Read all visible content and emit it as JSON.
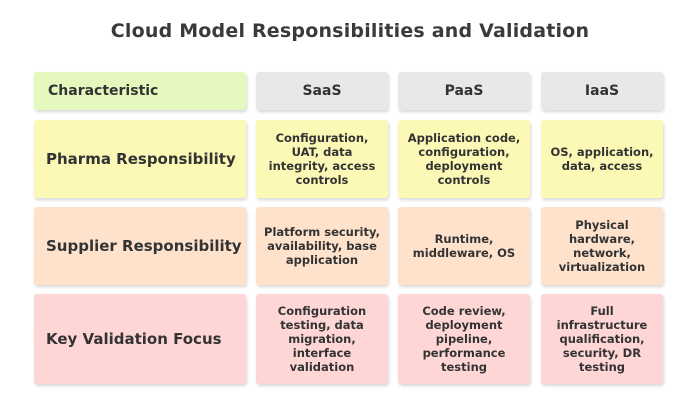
{
  "title": "Cloud Model Responsibilities and Validation",
  "header": {
    "characteristic": "Characteristic",
    "saas": "SaaS",
    "paas": "PaaS",
    "iaas": "IaaS"
  },
  "rows": [
    {
      "label": "Pharma Responsibility",
      "saas": "Configuration, UAT, data integrity, access controls",
      "paas": "Application code, configuration, deployment controls",
      "iaas": "OS, application, data, access"
    },
    {
      "label": "Supplier Responsibility",
      "saas": "Platform security, availability, base application",
      "paas": "Runtime, middleware, OS",
      "iaas": "Physical hardware, network, virtualization"
    },
    {
      "label": "Key Validation Focus",
      "saas": "Configuration testing, data migration, interface validation",
      "paas": "Code review, deployment pipeline, performance testing",
      "iaas": "Full infrastructure qualification, security, DR testing"
    }
  ],
  "colors": {
    "header": "#e8e8e8",
    "characteristic": "#e5f9bf",
    "pharma": "#fcf9b6",
    "supplier": "#ffe2cc",
    "validation": "#ffd6d6"
  }
}
